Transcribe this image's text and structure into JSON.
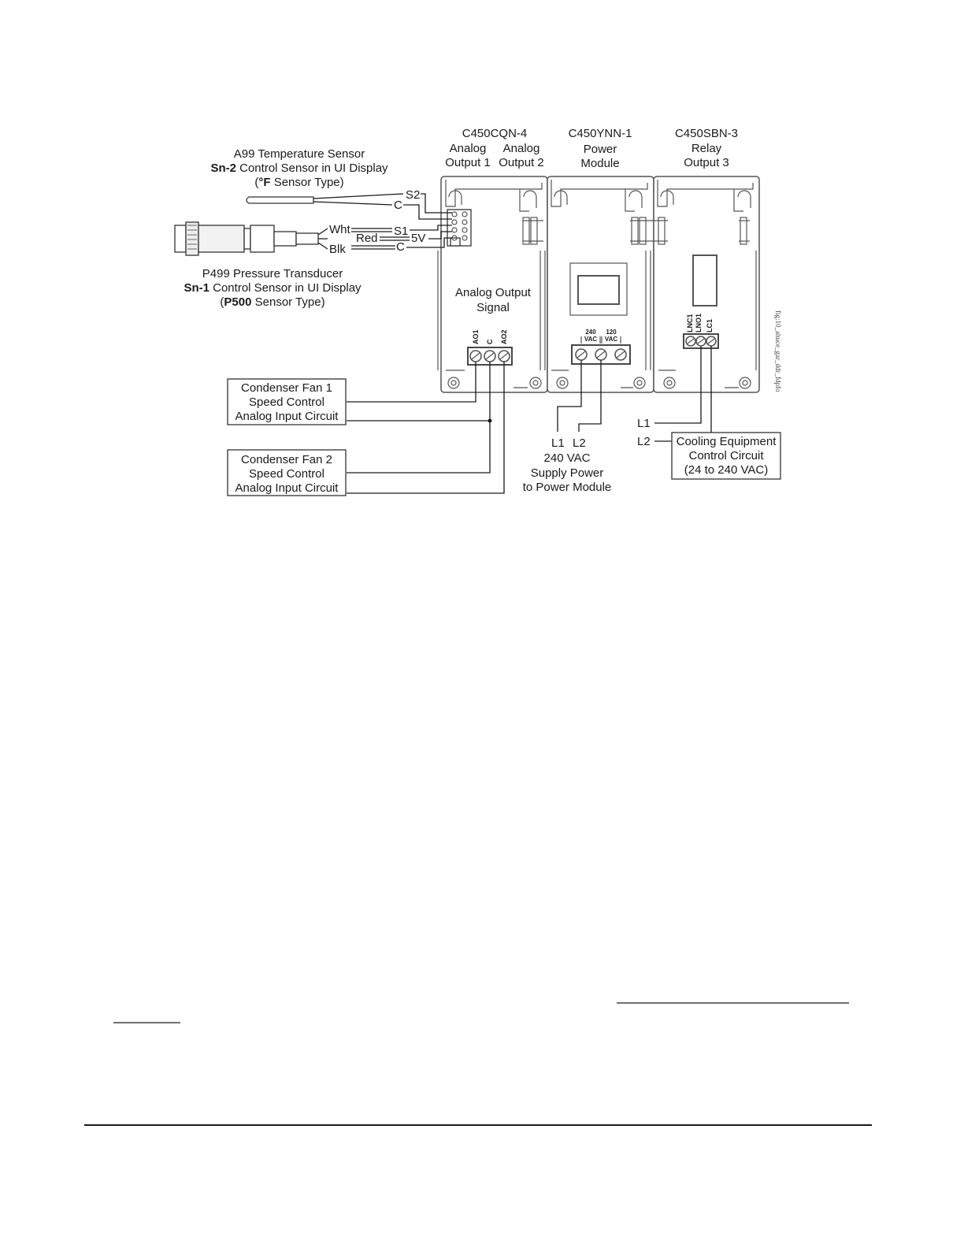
{
  "modules": {
    "m1": {
      "model": "C450CQN-4",
      "col1_line1": "Analog",
      "col1_line2": "Output 1",
      "col2_line1": "Analog",
      "col2_line2": "Output 2"
    },
    "m2": {
      "model": "C450YNN-1",
      "line1": "Power",
      "line2": "Module"
    },
    "m3": {
      "model": "C450SBN-3",
      "line1": "Relay",
      "line2": "Output 3"
    }
  },
  "temp_sensor": {
    "line1": "A99 Temperature Sensor",
    "line2_bold": "Sn-2",
    "line2_rest": " Control Sensor in UI Display",
    "line3_pre": "(",
    "line3_bold": "°F",
    "line3_rest": " Sensor Type)"
  },
  "pressure_sensor": {
    "line1": "P499 Pressure Transducer",
    "line2_bold": "Sn-1",
    "line2_rest": " Control Sensor in UI Display",
    "line3_pre": "(",
    "line3_bold": "P500",
    "line3_rest": " Sensor Type)"
  },
  "wire_labels": {
    "s2": "S2",
    "c_top": "C",
    "wht": "Wht",
    "red": "Red",
    "blk": "Blk",
    "s1": "S1",
    "v5": "5V",
    "c_bottom": "C"
  },
  "analog_output_signal": {
    "line1": "Analog Output",
    "line2": "Signal"
  },
  "ao_terminals": {
    "t1": "AO1",
    "t2": "C",
    "t3": "AO2"
  },
  "power_terminals": {
    "t240": "240",
    "vac1": "VAC",
    "t120": "120",
    "vac2": "VAC"
  },
  "relay_terminals": {
    "t1": "LNC1",
    "t2": "LNO1",
    "t3": "LC1"
  },
  "fan1_box": {
    "line1": "Condenser Fan 1",
    "line2": "Speed Control",
    "line3": "Analog Input Circuit"
  },
  "fan2_box": {
    "line1": "Condenser Fan 2",
    "line2": "Speed Control",
    "line3": "Analog Input Circuit"
  },
  "supply": {
    "l1": "L1",
    "l2": "L2",
    "line1": "240 VAC",
    "line2": "Supply Power",
    "line3": "to Power Module"
  },
  "relay_lines": {
    "l1": "L1",
    "l2": "L2"
  },
  "cooling_box": {
    "line1": "Cooling Equipment",
    "line2": "Control Circuit",
    "line3": "(24 to 240 VAC)"
  },
  "figure_id": "fig:10_ahuce_gar_ddr_fdpfo"
}
